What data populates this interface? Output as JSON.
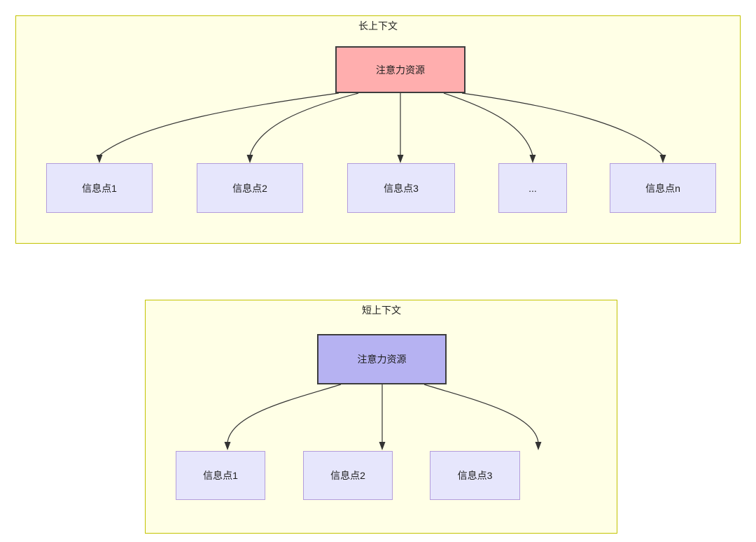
{
  "diagram": {
    "type": "flowchart",
    "title_long": "长上下文",
    "title_short": "短上下文",
    "colors": {
      "container_fill": "#ffffe6",
      "container_border": "#c3c300",
      "attention_long_fill": "#ffaeae",
      "attention_short_fill": "#b6b2f2",
      "node_border_dark": "#3d3d3d",
      "info_fill": "#e6e6fc",
      "info_border": "#b39ddb",
      "edge_stroke": "#333333",
      "text": "#1f1f1f"
    },
    "panels": [
      {
        "id": "long-context",
        "title": "长上下文",
        "root": {
          "label": "注意力资源"
        },
        "children": [
          {
            "label": "信息点1"
          },
          {
            "label": "信息点2"
          },
          {
            "label": "信息点3"
          },
          {
            "label": "..."
          },
          {
            "label": "信息点n"
          }
        ]
      },
      {
        "id": "short-context",
        "title": "短上下文",
        "root": {
          "label": "注意力资源"
        },
        "children": [
          {
            "label": "信息点1"
          },
          {
            "label": "信息点2"
          },
          {
            "label": "信息点3"
          }
        ]
      }
    ]
  }
}
